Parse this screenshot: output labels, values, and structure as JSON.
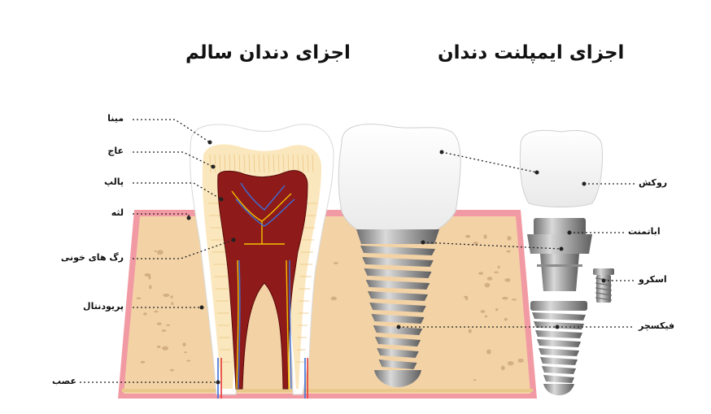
{
  "titles": {
    "healthy": "اجزای دندان سالم",
    "implant": "اجزای ایمپلنت دندان"
  },
  "healthy_labels": [
    {
      "key": "enamel",
      "text": "مینا"
    },
    {
      "key": "dentin",
      "text": "عاج"
    },
    {
      "key": "pulp",
      "text": "پالپ"
    },
    {
      "key": "gum",
      "text": "لثه"
    },
    {
      "key": "blood-vessels",
      "text": "رگ های خونی"
    },
    {
      "key": "periodontal",
      "text": "پریودنتال"
    },
    {
      "key": "nerve",
      "text": "عصب"
    }
  ],
  "implant_labels": [
    {
      "key": "crown",
      "text": "روکش"
    },
    {
      "key": "abutment",
      "text": "اباتمنت"
    },
    {
      "key": "screw",
      "text": "اسکرو"
    },
    {
      "key": "fixture",
      "text": "فیکسچر"
    }
  ],
  "colors": {
    "bone": "#f3d3a6",
    "bone_speckle": "#c9a27a",
    "gum": "#f29aa4",
    "enamel": "#ffffff",
    "dentin": "#fbe7bd",
    "pulp": "#8e1a1a",
    "vessel_blue": "#3c6fd8",
    "vessel_yellow": "#f3c200",
    "metal": "#b9b9b9",
    "metal_dark": "#7d7d7d"
  }
}
